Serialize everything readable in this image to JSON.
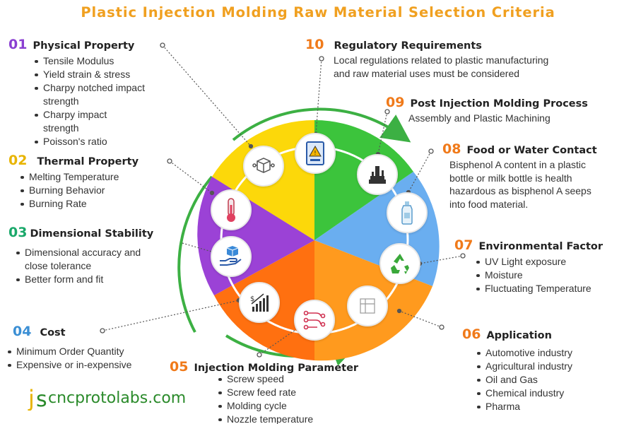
{
  "title": "Plastic Injection Molding Raw Material Selection Criteria",
  "colors": {
    "title": "#f0a020",
    "num_purple": "#8a3fd1",
    "num_yellow": "#e8b400",
    "num_green": "#1aa86a",
    "num_blue": "#3b8fd4",
    "num_orange": "#f07a1a",
    "wheel_yellow": "#fcd80a",
    "wheel_green": "#3cc43c",
    "wheel_blue": "#6aaef0",
    "wheel_orange_light": "#ff9a1e",
    "wheel_orange_dark": "#ff7010",
    "wheel_purple": "#9b42d6",
    "ring_green": "#3cb043"
  },
  "sections": {
    "physical": {
      "num": "01",
      "heading": "Physical Property",
      "items": [
        "Tensile Modulus",
        "Yield strain & stress",
        "Charpy notched impact",
        "strength",
        "Charpy impact",
        "strength",
        "Poisson's ratio"
      ],
      "icon": "cube-structure-icon"
    },
    "thermal": {
      "num": "02",
      "heading": "Thermal Property",
      "items": [
        "Melting Temperature",
        "Burning Behavior",
        "Burning Rate"
      ],
      "icon": "thermometer-icon"
    },
    "dimensional": {
      "num": "03",
      "heading": "Dimensional Stability",
      "items": [
        "Dimensional accuracy and",
        "close tolerance",
        "Better form and fit"
      ],
      "icon": "hand-cube-icon"
    },
    "cost": {
      "num": "04",
      "heading": "Cost",
      "items": [
        "Minimum Order Quantity",
        "Expensive or in-expensive"
      ],
      "icon": "cost-chart-icon"
    },
    "injection": {
      "num": "05",
      "heading": "Injection Molding Parameter",
      "items": [
        "Screw speed",
        "Screw feed rate",
        "Molding cycle",
        "Nozzle temperature"
      ],
      "icon": "process-flow-icon"
    },
    "application": {
      "num": "06",
      "heading": "Application",
      "items": [
        "Automotive industry",
        "Agricultural industry",
        "Oil and Gas",
        "Chemical industry",
        "Pharma"
      ],
      "icon": "application-icon"
    },
    "environmental": {
      "num": "07",
      "heading": "Environmental Factor",
      "items": [
        "UV Light exposure",
        "Moisture",
        "Fluctuating Temperature"
      ],
      "icon": "recycle-icon"
    },
    "food": {
      "num": "08",
      "heading": "Food or Water Contact",
      "desc": [
        "Bisphenol A content in a plastic",
        "bottle or milk bottle is health",
        "hazardous as bisphenol A seeps",
        "into food material."
      ],
      "icon": "bottle-icon"
    },
    "post": {
      "num": "09",
      "heading": "Post Injection Molding Process",
      "desc": [
        "Assembly and Plastic Machining"
      ],
      "icon": "machine-icon"
    },
    "regulatory": {
      "num": "10",
      "heading": "Regulatory Requirements",
      "desc": [
        "Local regulations related to plastic manufacturing",
        "and raw material uses must be considered"
      ],
      "icon": "warning-document-icon"
    }
  },
  "logo": {
    "mark": "JS",
    "text": "cncprotolabs.com"
  }
}
